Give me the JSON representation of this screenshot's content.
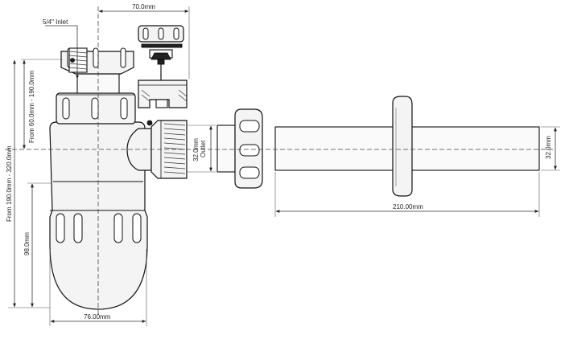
{
  "dimensions": {
    "width_top": "70.0mm",
    "inlet": "5/4\" Inlet",
    "height_upper": "From 60.0mm - 190.0mm",
    "height_total": "From 190.0mm - 320.0mm",
    "body_height": "98.0mm",
    "body_width": "76.00mm",
    "outlet_size": "32.0mm",
    "outlet_label": "Outlet",
    "pipe_length": "210.00mm",
    "pipe_diameter": "32.0mm"
  }
}
